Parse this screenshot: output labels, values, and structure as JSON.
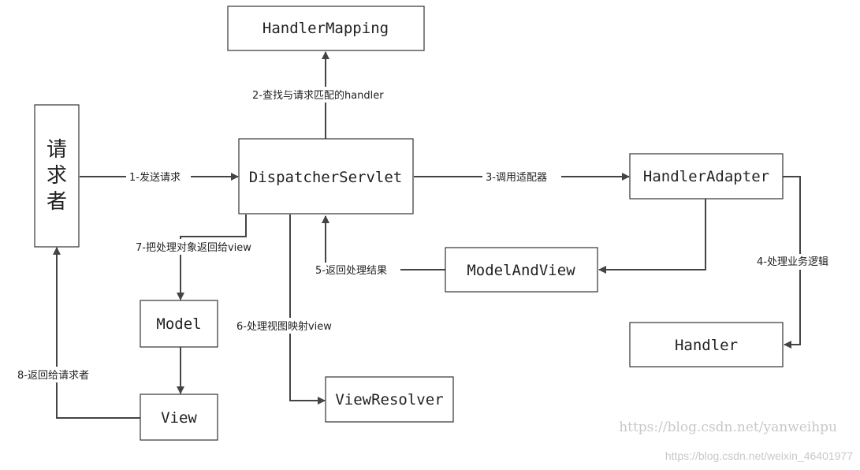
{
  "nodes": {
    "requester": [
      "请",
      "求",
      "者"
    ],
    "handler_mapping": "HandlerMapping",
    "dispatcher_servlet": "DispatcherServlet",
    "handler_adapter": "HandlerAdapter",
    "model_and_view": "ModelAndView",
    "handler": "Handler",
    "model": "Model",
    "view": "View",
    "view_resolver": "ViewResolver"
  },
  "edges": {
    "step1": "1-发送请求",
    "step2": "2-查找与请求匹配的handler",
    "step3": "3-调用适配器",
    "step4": "4-处理业务逻辑",
    "step5": "5-返回处理结果",
    "step6": "6-处理视图映射view",
    "step7": "7-把处理对象返回给view",
    "step8": "8-返回给请求者"
  },
  "watermarks": {
    "blog": "https://blog.csdn.net/yanweihpu",
    "csdn": "https://blog.csdn.net/weixin_46401977"
  }
}
